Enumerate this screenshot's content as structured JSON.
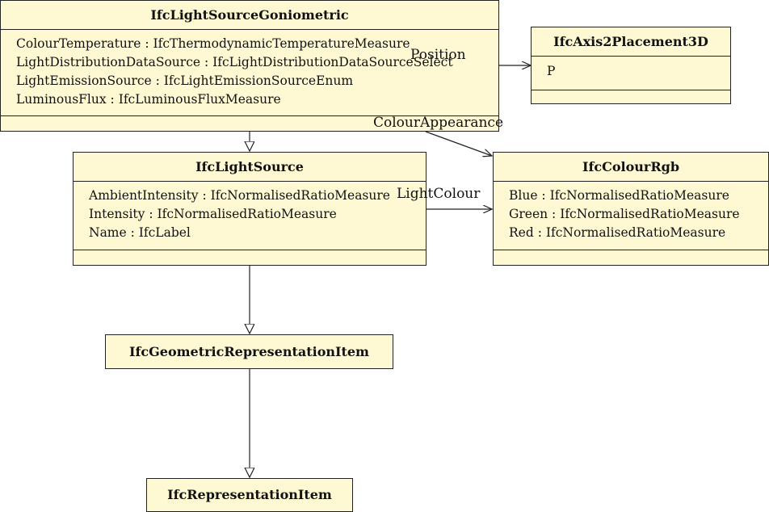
{
  "classes": {
    "goniometric": {
      "name": "IfcLightSourceGoniometric",
      "attributes": [
        "ColourTemperature : IfcThermodynamicTemperatureMeasure",
        "LightDistributionDataSource : IfcLightDistributionDataSourceSelect",
        "LightEmissionSource : IfcLightEmissionSourceEnum",
        "LuminousFlux : IfcLuminousFluxMeasure"
      ]
    },
    "axis2placement3d": {
      "name": "IfcAxis2Placement3D",
      "attributes": [
        "P"
      ]
    },
    "lightsource": {
      "name": "IfcLightSource",
      "attributes": [
        "AmbientIntensity : IfcNormalisedRatioMeasure",
        "Intensity : IfcNormalisedRatioMeasure",
        "Name : IfcLabel"
      ]
    },
    "colourrgb": {
      "name": "IfcColourRgb",
      "attributes": [
        "Blue : IfcNormalisedRatioMeasure",
        "Green : IfcNormalisedRatioMeasure",
        "Red : IfcNormalisedRatioMeasure"
      ]
    },
    "geometricrepresentationitem": {
      "name": "IfcGeometricRepresentationItem"
    },
    "representationitem": {
      "name": "IfcRepresentationItem"
    }
  },
  "roles": {
    "position": "Position",
    "colour_appearance": "ColourAppearance",
    "light_colour": "LightColour"
  }
}
